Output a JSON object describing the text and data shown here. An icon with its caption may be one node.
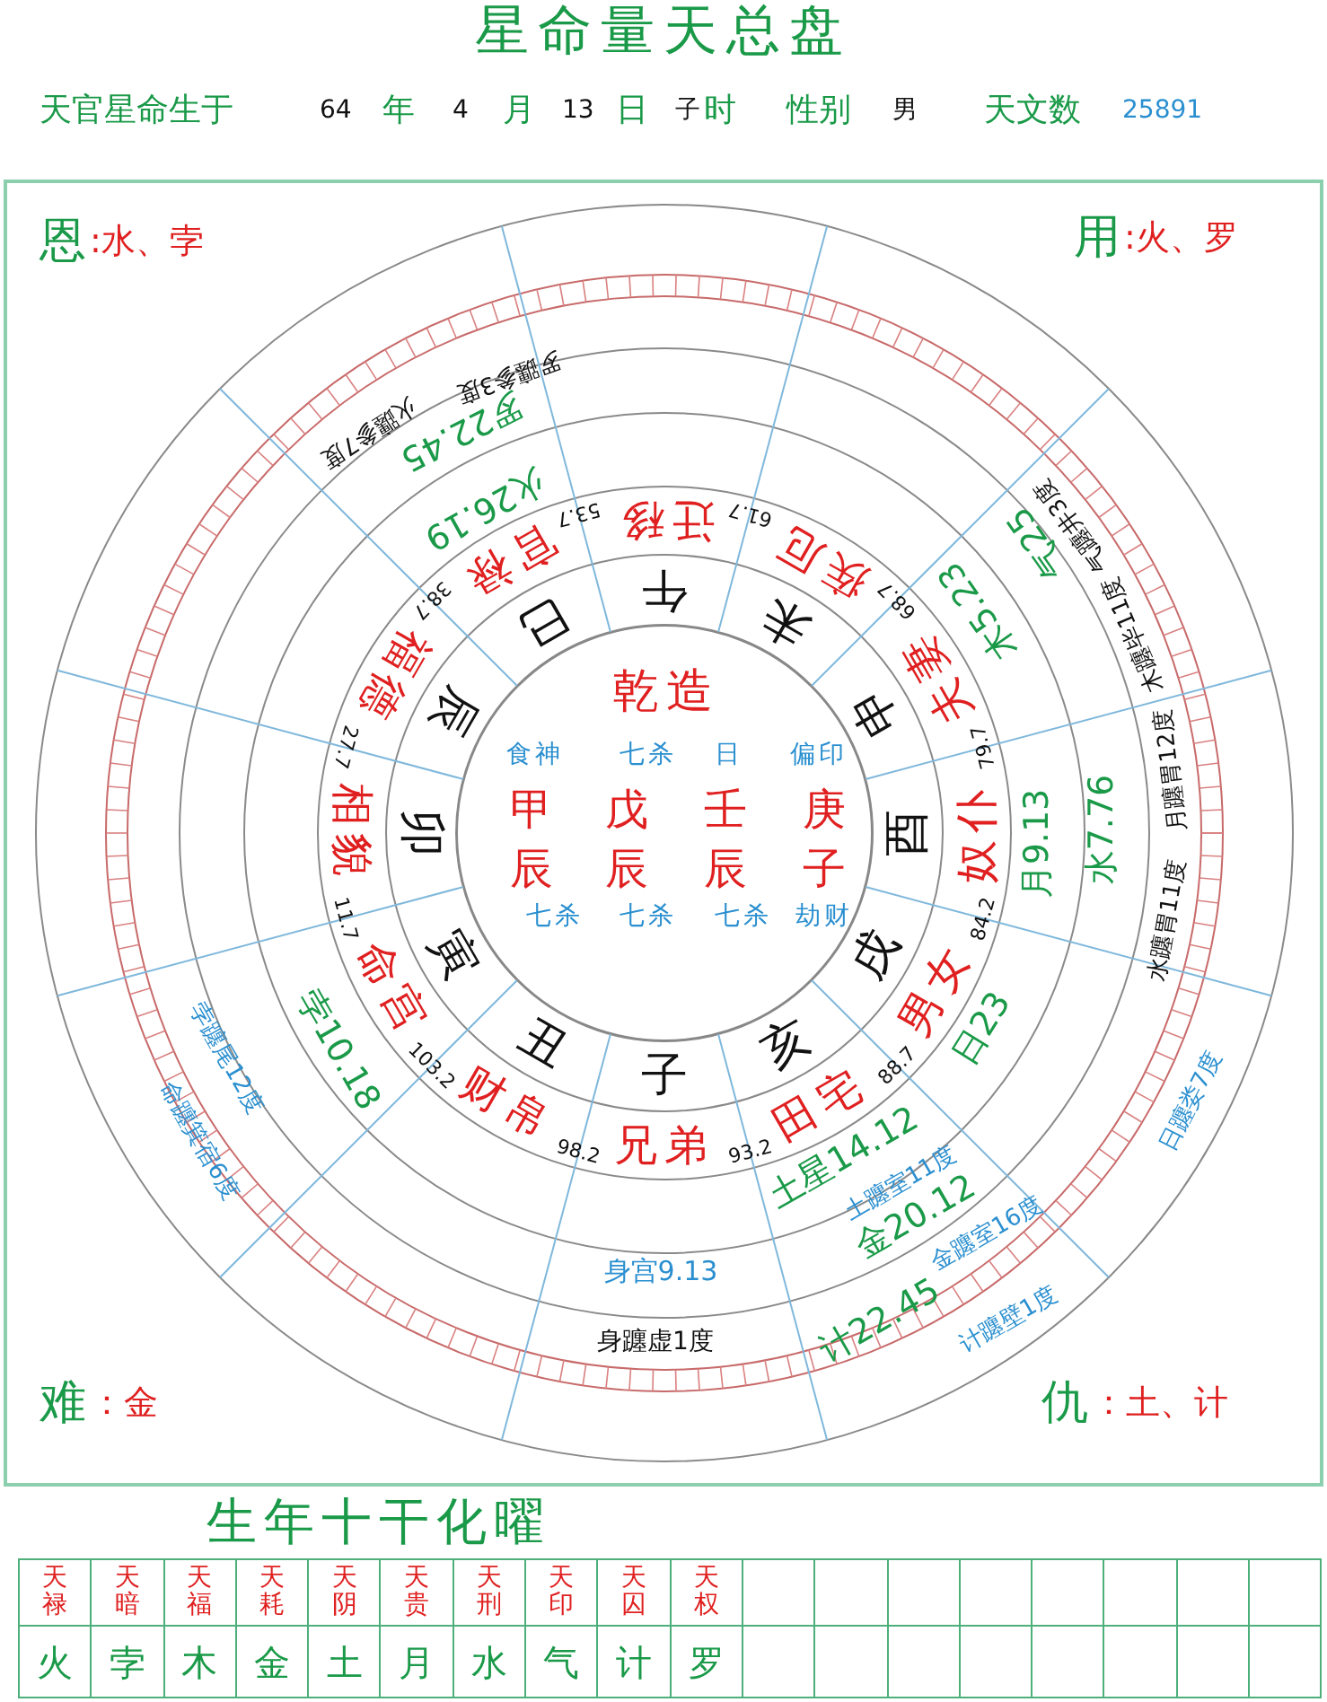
{
  "diagram": {
    "title": "星命量天总盘",
    "nodes": [
      {
        "text": [
          "乾造",
          "食神",
          "七杀",
          "日",
          "偏印",
          "甲",
          "戊",
          "壬",
          "庚",
          "辰",
          "辰",
          "辰",
          "子",
          "七杀",
          "七杀",
          "七杀",
          "劫财"
        ]
      }
    ],
    "edges": [],
    "labels": [
      "天官星命生于",
      "64",
      "年",
      "4",
      "月",
      "13",
      "日",
      "子",
      "时",
      "性别",
      "男",
      "天文数",
      "25891",
      "恩",
      ":水、孛",
      "用",
      ":火、罗",
      "罗躔参3度",
      "火躔参7度",
      "罗22.45",
      "火26.19",
      "气25",
      "木5.23",
      "气躔井3度",
      "木躔毕11度",
      "月躔胃12度",
      "水躔胃11度",
      "月9.13",
      "水7.76",
      "日躔娄7度",
      "日23",
      "土星14.12",
      "土躔室11度",
      "金20.12",
      "金躔室16度",
      "计22.45",
      "计躔壁1度",
      "身宫9.13",
      "身躔虚1度",
      "命躔箕宿6度",
      "孛躔尾12度",
      "孛10.18",
      "迁移",
      "疾厄",
      "夫妻",
      "奴仆",
      "男女",
      "田宅",
      "兄弟",
      "财帛",
      "命宫",
      "相貌",
      "福德",
      "官禄",
      "午",
      "未",
      "申",
      "酉",
      "戌",
      "亥",
      "子",
      "丑",
      "寅",
      "卯",
      "辰",
      "巳",
      "53.7",
      "61.7",
      "68.7",
      "79.7",
      "84.2",
      "88.7",
      "98.2",
      "93.2",
      "103.2",
      "11.7",
      "27.7",
      "38.7",
      "难",
      "：金",
      "仇",
      "：土、计",
      "生年十干化曜",
      "天禄",
      "天暗",
      "天福",
      "天耗",
      "天阴",
      "天贵",
      "天刑",
      "天印",
      "天囚",
      "天权",
      "火",
      "孛",
      "木",
      "金",
      "土",
      "月",
      "水",
      "气",
      "计",
      "罗"
    ]
  }
}
